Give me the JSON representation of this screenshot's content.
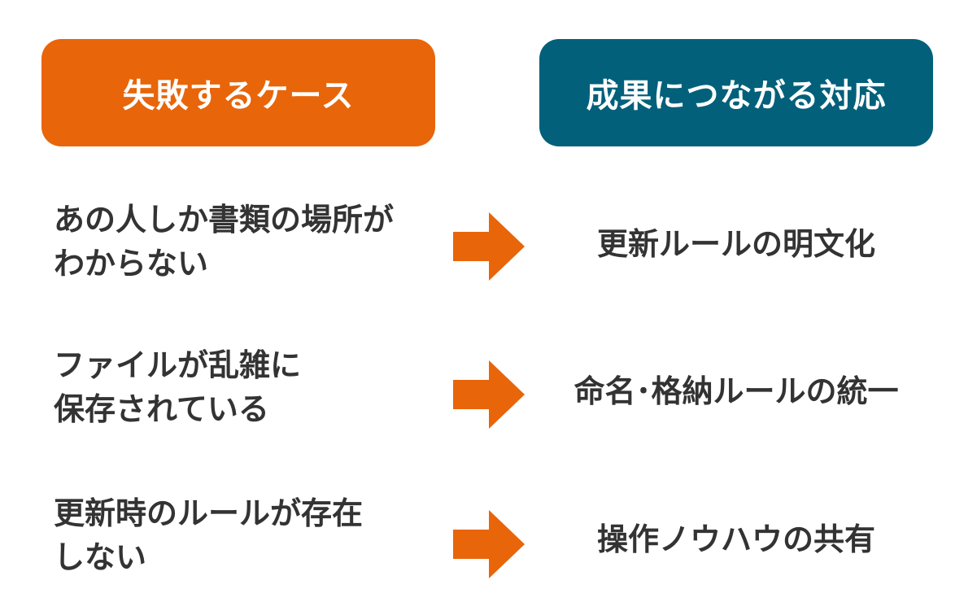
{
  "colors": {
    "left_header_bg": "#E8650A",
    "right_header_bg": "#02607A",
    "arrow": "#E8650A",
    "text": "#333333"
  },
  "headers": {
    "left": "失敗するケース",
    "right": "成果につながる対応"
  },
  "rows": [
    {
      "problem_lines": [
        "あの人しか書類の場所が",
        "わからない"
      ],
      "solution": "更新ルールの明文化"
    },
    {
      "problem_lines": [
        "ファイルが乱雑に",
        "保存されている"
      ],
      "solution": "命名･格納ルールの統一"
    },
    {
      "problem_lines": [
        "更新時のルールが存在",
        "しない"
      ],
      "solution": "操作ノウハウの共有"
    }
  ]
}
